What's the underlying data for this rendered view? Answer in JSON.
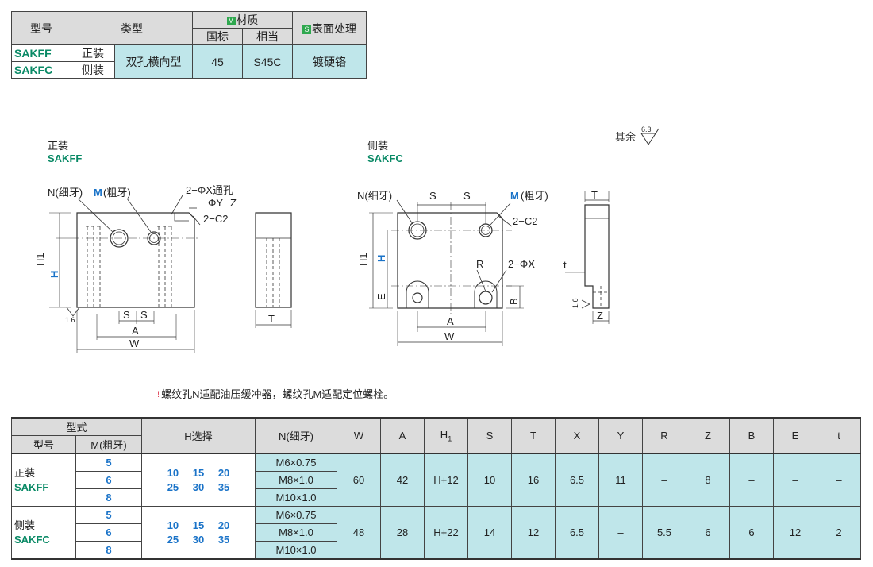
{
  "spec_table": {
    "headers": {
      "model": "型号",
      "type": "类型",
      "material": "材质",
      "material_badge": "M",
      "material_std": "国标",
      "material_equiv": "相当",
      "surface": "表面处理",
      "surface_badge": "S"
    },
    "rows": [
      {
        "code": "SAKFF",
        "mount": "正装"
      },
      {
        "code": "SAKFC",
        "mount": "侧装"
      }
    ],
    "type_value": "双孔横向型",
    "std_value": "45",
    "equiv_value": "S45C",
    "surface_value": "镀硬铬"
  },
  "colors": {
    "blue": "#1a73c8",
    "green": "#0a8a66",
    "cyan_cell": "#bfe6ea",
    "header_gray": "#dcdcdc",
    "note_mark": "#e0455a"
  },
  "drawing": {
    "roughness_other": "其余",
    "roughness_other_value": "6.3",
    "front": {
      "mount": "正装",
      "code": "SAKFF"
    },
    "side": {
      "mount": "侧装",
      "code": "SAKFC"
    },
    "labels": {
      "n_fine": "N(细牙)",
      "m": "M",
      "m_coarse": "(粗牙)",
      "through_hole": "2−ΦX通孔",
      "counterbore": "ΦY",
      "counterbore_depth": "Z",
      "chamfer": "2−C2",
      "phi_x": "2−ΦX",
      "r": "R",
      "s": "S",
      "a": "A",
      "w": "W",
      "t": "T",
      "t_small": "t",
      "h": "H",
      "h1": "H1",
      "b": "B",
      "e": "E",
      "z": "Z",
      "roughness": "1.6"
    }
  },
  "note": {
    "mark": "!",
    "text": "螺纹孔N适配油压缓冲器，螺纹孔M适配定位螺栓。"
  },
  "dim_table": {
    "headers": {
      "group": "型式",
      "model": "型号",
      "m_coarse": "M(粗牙)",
      "h_select": "H选择",
      "n_fine": "N(细牙)",
      "cols": [
        "W",
        "A",
        "H",
        "S",
        "T",
        "X",
        "Y",
        "R",
        "Z",
        "B",
        "E",
        "t"
      ],
      "h_sub": "1"
    },
    "groups": [
      {
        "mount": "正装",
        "code": "SAKFF",
        "m": [
          "5",
          "6",
          "8"
        ],
        "h_row1": "10 15 20",
        "h_row2": "25 30 35",
        "n": [
          "M6×0.75",
          "M8×1.0",
          "M10×1.0"
        ],
        "values": [
          "60",
          "42",
          "H+12",
          "10",
          "16",
          "6.5",
          "11",
          "–",
          "8",
          "–",
          "–",
          "–"
        ]
      },
      {
        "mount": "侧装",
        "code": "SAKFC",
        "m": [
          "5",
          "6",
          "8"
        ],
        "h_row1": "10 15 20",
        "h_row2": "25 30 35",
        "n": [
          "M6×0.75",
          "M8×1.0",
          "M10×1.0"
        ],
        "values": [
          "48",
          "28",
          "H+22",
          "14",
          "12",
          "6.5",
          "–",
          "5.5",
          "6",
          "6",
          "12",
          "2"
        ]
      }
    ]
  }
}
